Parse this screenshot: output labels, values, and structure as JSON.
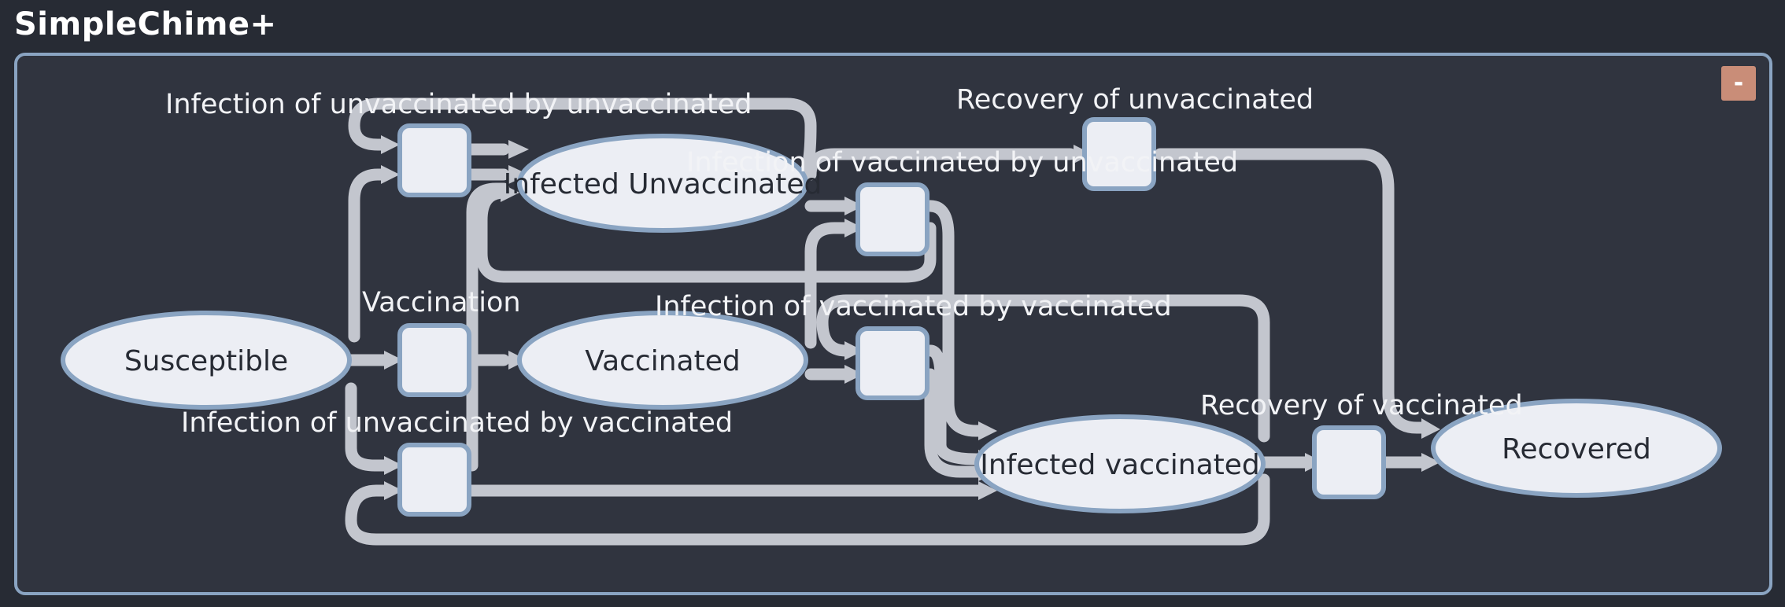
{
  "app": {
    "title": "SimpleChime+",
    "collapse_label": "-"
  },
  "places": [
    {
      "id": "p-susceptible",
      "name": "susceptible",
      "label": "Susceptible"
    },
    {
      "id": "p-infected-unvaccinated",
      "name": "infected-unvaccinated",
      "label": "Infected Unvaccinated"
    },
    {
      "id": "p-vaccinated",
      "name": "vaccinated",
      "label": "Vaccinated"
    },
    {
      "id": "p-infected-vaccinated",
      "name": "infected-vaccinated",
      "label": "Infected vaccinated"
    },
    {
      "id": "p-recovered",
      "name": "recovered",
      "label": "Recovered"
    }
  ],
  "transitions": [
    {
      "id": "t-inf-uu",
      "name": "infection-of-unvaccinated-by-unvaccinated",
      "label": "Infection of unvaccinated by unvaccinated"
    },
    {
      "id": "t-inf-vu",
      "name": "infection-of-vaccinated-by-unvaccinated",
      "label": "Infection of vaccinated by unvaccinated"
    },
    {
      "id": "t-rec-u",
      "name": "recovery-of-unvaccinated",
      "label": "Recovery of unvaccinated"
    },
    {
      "id": "t-vacc",
      "name": "vaccination",
      "label": "Vaccination"
    },
    {
      "id": "t-inf-vv",
      "name": "infection-of-vaccinated-by-vaccinated",
      "label": "Infection of vaccinated by vaccinated"
    },
    {
      "id": "t-inf-uv",
      "name": "infection-of-unvaccinated-by-vaccinated",
      "label": "Infection of unvaccinated by vaccinated"
    },
    {
      "id": "t-rec-v",
      "name": "recovery-of-vaccinated",
      "label": "Recovery of vaccinated"
    }
  ],
  "colors": {
    "background": "#272b34",
    "panel": "#30343f",
    "border": "#8aa4c2",
    "node_fill": "#eceef4",
    "arc": "#c3c6ce",
    "collapse_button": "#c98d78"
  }
}
